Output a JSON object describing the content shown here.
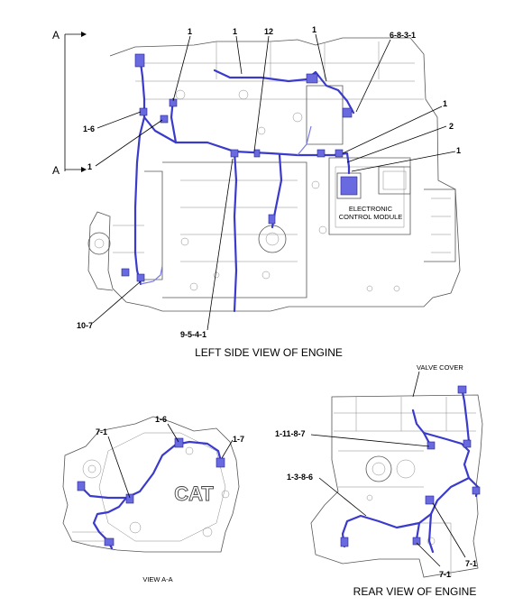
{
  "views": {
    "left": {
      "caption": "LEFT SIDE VIEW OF ENGINE",
      "section_marker_top": "A",
      "section_marker_bottom": "A",
      "ecm_label_line1": "ELECTRONIC",
      "ecm_label_line2": "CONTROL MODULE"
    },
    "view_aa": {
      "caption": "VIEW A-A",
      "cat_logo": "CAT"
    },
    "rear": {
      "caption": "REAR VIEW OF ENGINE",
      "valve_cover_label": "VALVE COVER"
    }
  },
  "callouts": {
    "left": {
      "c1_top_a": "1",
      "c1_top_b": "1",
      "c12": "12",
      "c1_top_c": "1",
      "c6831": "6-8-3-1",
      "c16": "1-6",
      "c1_left": "1",
      "c1_right_a": "1",
      "c2_right": "2",
      "c1_right_b": "1",
      "c107": "10-7",
      "c9541": "9-5-4-1"
    },
    "view_aa": {
      "c71": "7-1",
      "c16": "1-6",
      "c17": "1-7"
    },
    "rear": {
      "c11187": "1-11-8-7",
      "c1386": "1-3-8-6",
      "c71_bottom": "7-1",
      "c71_right": "7-1"
    }
  },
  "colors": {
    "harness": "#3a3acc",
    "engine_line": "#555555",
    "text": "#000000"
  }
}
